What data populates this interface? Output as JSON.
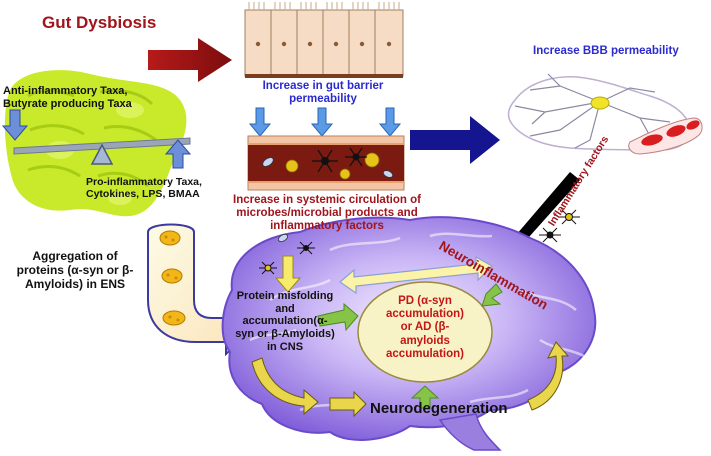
{
  "labels": {
    "gut_dysbiosis": "Gut Dysbiosis",
    "anti_inflammatory": [
      "Anti-inflammatory Taxa,",
      "Butyrate producing Taxa"
    ],
    "pro_inflammatory": [
      "Pro-inflammatory Taxa,",
      "Cytokines, LPS, BMAA"
    ],
    "aggregation_ens": [
      "Aggregation of",
      "proteins (α-syn or β-",
      "Amyloids) in ENS"
    ],
    "gut_barrier": [
      "Increase in gut barrier",
      "permeability"
    ],
    "systemic_circulation": [
      "Increase in systemic circulation of",
      "microbes/microbial products and",
      "inflammatory factors"
    ],
    "bbb_permeability": "Increase BBB permeability",
    "inflammatory_factors": "Inflammatory factors",
    "neuroinflammation": "Neuroinflammation",
    "protein_misfolding": [
      "Protein misfolding",
      "and",
      "accumulation(α-",
      "syn or β-Amyloids)",
      "in CNS"
    ],
    "pd_ad": [
      "PD (α-syn",
      "accumulation)",
      "or AD (β-",
      "amyloids",
      "accumulation)"
    ],
    "neurodegeneration": "Neurodegeneration"
  },
  "colors": {
    "dark_red": "#a0151c",
    "blue_text": "#2a2ad0",
    "navy_arrow": "#15158f",
    "brain_purple": "#8d6fe0",
    "gut_green": "#c8ea2a",
    "oval_fill": "#f8f3c6",
    "green_arrow": "#86c447"
  }
}
